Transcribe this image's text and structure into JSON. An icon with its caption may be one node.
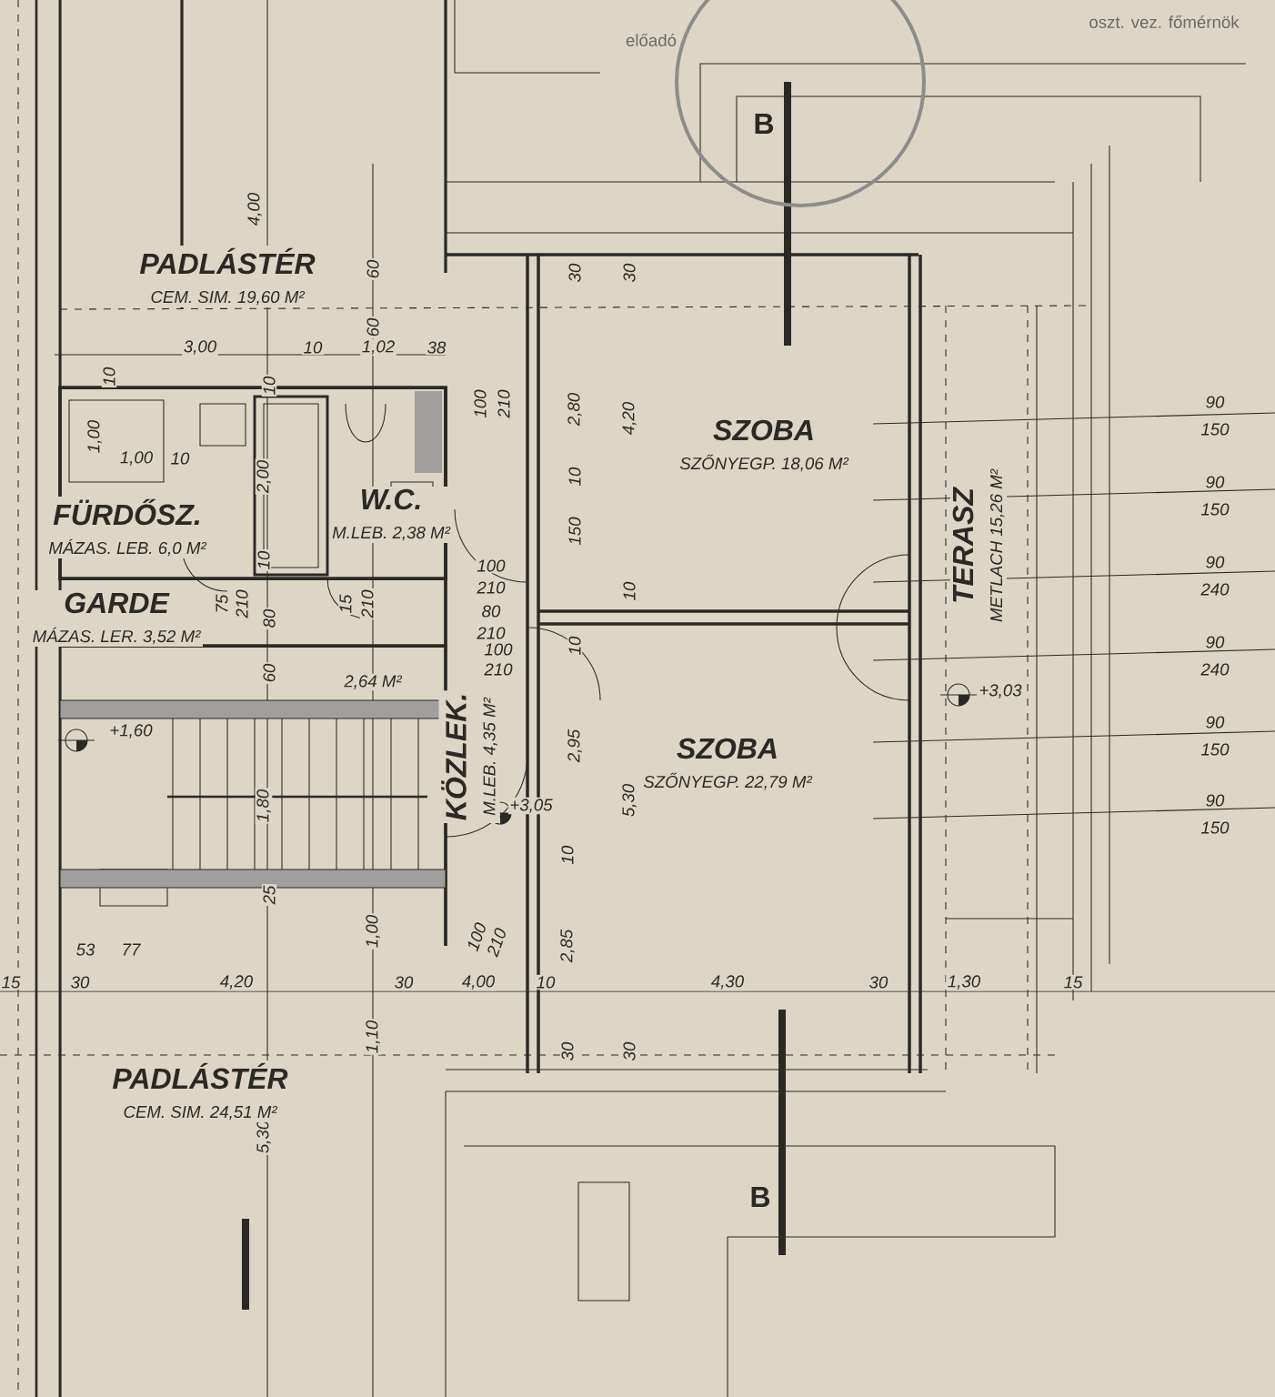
{
  "diagram": {
    "nodes": [
      {
        "text": [
          "PADLÁSTÉR",
          "CEM. SIM. 19,60 M²"
        ]
      },
      {
        "text": [
          "FÜRDŐSZ.",
          "MÁZAS. LEB. 6,0 M²"
        ]
      },
      {
        "text": [
          "W.C.",
          "M.LEB. 2,38 M²"
        ]
      },
      {
        "text": [
          "GARDE",
          "MÁZAS. LER. 3,52 M²"
        ]
      },
      {
        "text": [
          "KÖZLEK.",
          "M.LEB. 4,35 M²"
        ]
      },
      {
        "text": [
          "SZOBA",
          "SZŐNYEGP. 18,06 M²"
        ]
      },
      {
        "text": [
          "TERASZ",
          "METLACH 15,26 M²"
        ]
      },
      {
        "text": [
          "SZOBA",
          "SZŐNYEGP. 22,79 M²"
        ]
      },
      {
        "text": [
          "PADLÁSTÉR",
          "CEM. SIM. 24,51 M²"
        ]
      }
    ],
    "labels": [
      "oszt. vez. főmérnök",
      "előadó",
      "B",
      "4,00",
      "60",
      "30",
      "30",
      "60",
      "3,00",
      "10",
      "1,02",
      "38",
      "10",
      "10",
      "100",
      "210",
      "2,80",
      "4,20",
      "90",
      "150",
      "1,00",
      "1,00",
      "10",
      "2,00",
      "10",
      "90",
      "150",
      "150",
      "10",
      "90",
      "240",
      "100",
      "210",
      "10",
      "75",
      "210",
      "80",
      "15",
      "210",
      "80",
      "210",
      "10",
      "90",
      "240",
      "60",
      "2,64 M²",
      "100",
      "210",
      "+3,03",
      "+1,60",
      "90",
      "150",
      "2,95",
      "1,80",
      "+3,05",
      "5,30",
      "90",
      "150",
      "10",
      "25",
      "1,00",
      "100",
      "210",
      "2,85",
      "53",
      "77",
      "15",
      "30",
      "4,20",
      "30",
      "4,00",
      "10",
      "4,30",
      "30",
      "1,30",
      "15",
      "1,10",
      "30",
      "30",
      "5,30",
      "B"
    ]
  }
}
